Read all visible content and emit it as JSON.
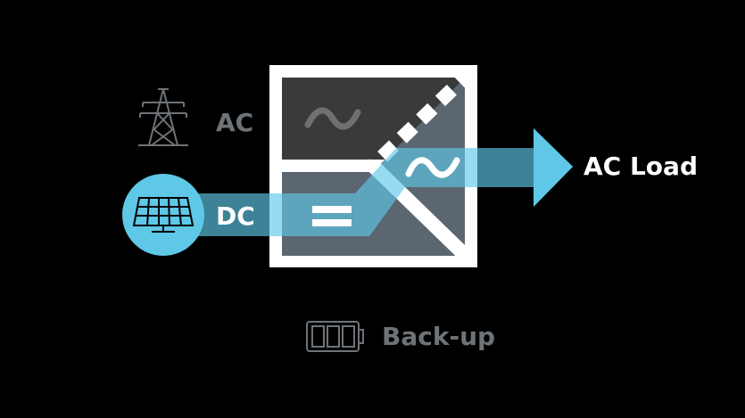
{
  "labels": {
    "ac": "AC",
    "dc": "DC",
    "ac_load": "AC Load",
    "backup": "Back-up"
  },
  "icons": {
    "grid": "power-tower-icon",
    "solar": "solar-panel-icon",
    "battery": "battery-icon",
    "ac_symbol": "sine-wave-icon",
    "dc_symbol": "equals-icon"
  },
  "colors": {
    "background": "#000000",
    "accent": "#5ec8e6",
    "active_text": "#ffffff",
    "inactive_text": "#6e7378",
    "inverter_frame": "#ffffff",
    "inverter_top_inactive": "#3a3a3a",
    "inverter_bottom": "#5c6670"
  }
}
